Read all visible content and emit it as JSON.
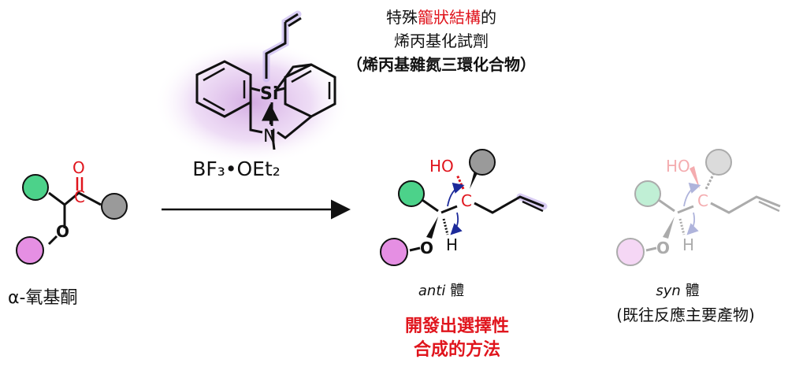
{
  "header": {
    "line1_prefix": "特殊",
    "line1_highlight": "籠狀結構",
    "line1_suffix": "的",
    "line2": "烯丙基化試劑",
    "line3": "（烯丙基雜氮三環化合物）"
  },
  "reagent": {
    "si_label": "Si",
    "n_label": "N",
    "formula": "BF₃•OEt₂"
  },
  "starting_material": {
    "name": "α-氧基酮",
    "carbonyl_o": "O",
    "carbon": "C",
    "ether_o": "O"
  },
  "anti_product": {
    "ho": "HO",
    "c": "C",
    "h": "H",
    "o": "O",
    "label_italic": "anti",
    "label_suffix": " 體"
  },
  "syn_product": {
    "ho": "HO",
    "c": "C",
    "h": "H",
    "o": "O",
    "label_italic": "syn",
    "label_suffix": " 體",
    "note": "(既往反應主要產物)"
  },
  "highlight_note": {
    "line1": "開發出選擇性",
    "line2": "合成的方法"
  },
  "colors": {
    "accent_red": "#e0151d",
    "green_group": "#4cd28a",
    "pink_group": "#e58fe3",
    "gray_group": "#9a9a9a",
    "reagent_glow": "#d9b2e8",
    "arrow_blue": "#1c2a9a"
  }
}
